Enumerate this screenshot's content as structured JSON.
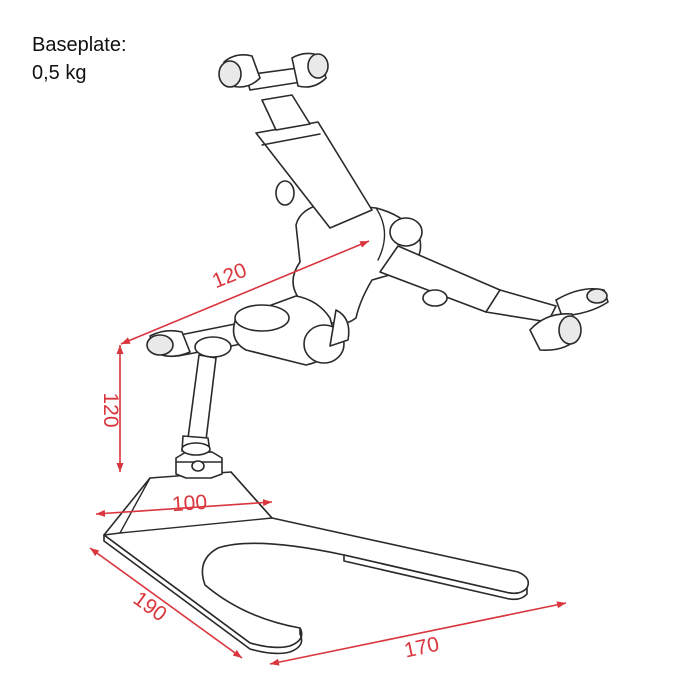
{
  "caption": {
    "line1": "Baseplate:",
    "line2": "0,5 kg"
  },
  "dimensions": {
    "arm_span": "120",
    "height": "120",
    "plate_top_width": "100",
    "plate_depth": "190",
    "leg_length": "170"
  },
  "colors": {
    "dimension": "#d9363e",
    "outline": "#2a2a2a",
    "fill": "#ffffff",
    "caption": "#111111"
  }
}
